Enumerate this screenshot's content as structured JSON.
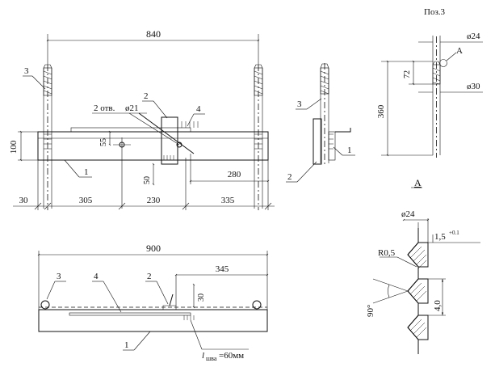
{
  "drawing": {
    "front_view": {
      "dim_overall": "840",
      "dim_height": "100",
      "dim_left": "30",
      "dim_305": "305",
      "dim_230": "230",
      "dim_335": "335",
      "dim_280": "280",
      "dim_55": "55",
      "dim_50": "50",
      "holes_note": "2 отв.",
      "holes_dia": "ø21",
      "callouts": [
        "3",
        "1",
        "2",
        "4"
      ]
    },
    "side_view": {
      "callouts": [
        "3",
        "2",
        "1"
      ]
    },
    "position_3": {
      "title": "Поз.3",
      "dim_dia_top": "ø24",
      "dim_dia_bottom": "ø30",
      "dim_length": "360",
      "dim_thread": "72",
      "detail_marker": "A"
    },
    "top_view": {
      "dim_overall": "900",
      "dim_345": "345",
      "dim_30": "30",
      "weld_length": "l",
      "weld_sub": "шва",
      "weld_value": "=60мм",
      "callouts": [
        "3",
        "4",
        "2",
        "1"
      ]
    },
    "detail_a": {
      "title": "A",
      "dim_dia": "ø24",
      "dim_pitch": "1,5",
      "dim_pitch_tol": "+0.1",
      "radius": "R0,5",
      "angle": "90°",
      "dim_depth": "4,0"
    }
  }
}
